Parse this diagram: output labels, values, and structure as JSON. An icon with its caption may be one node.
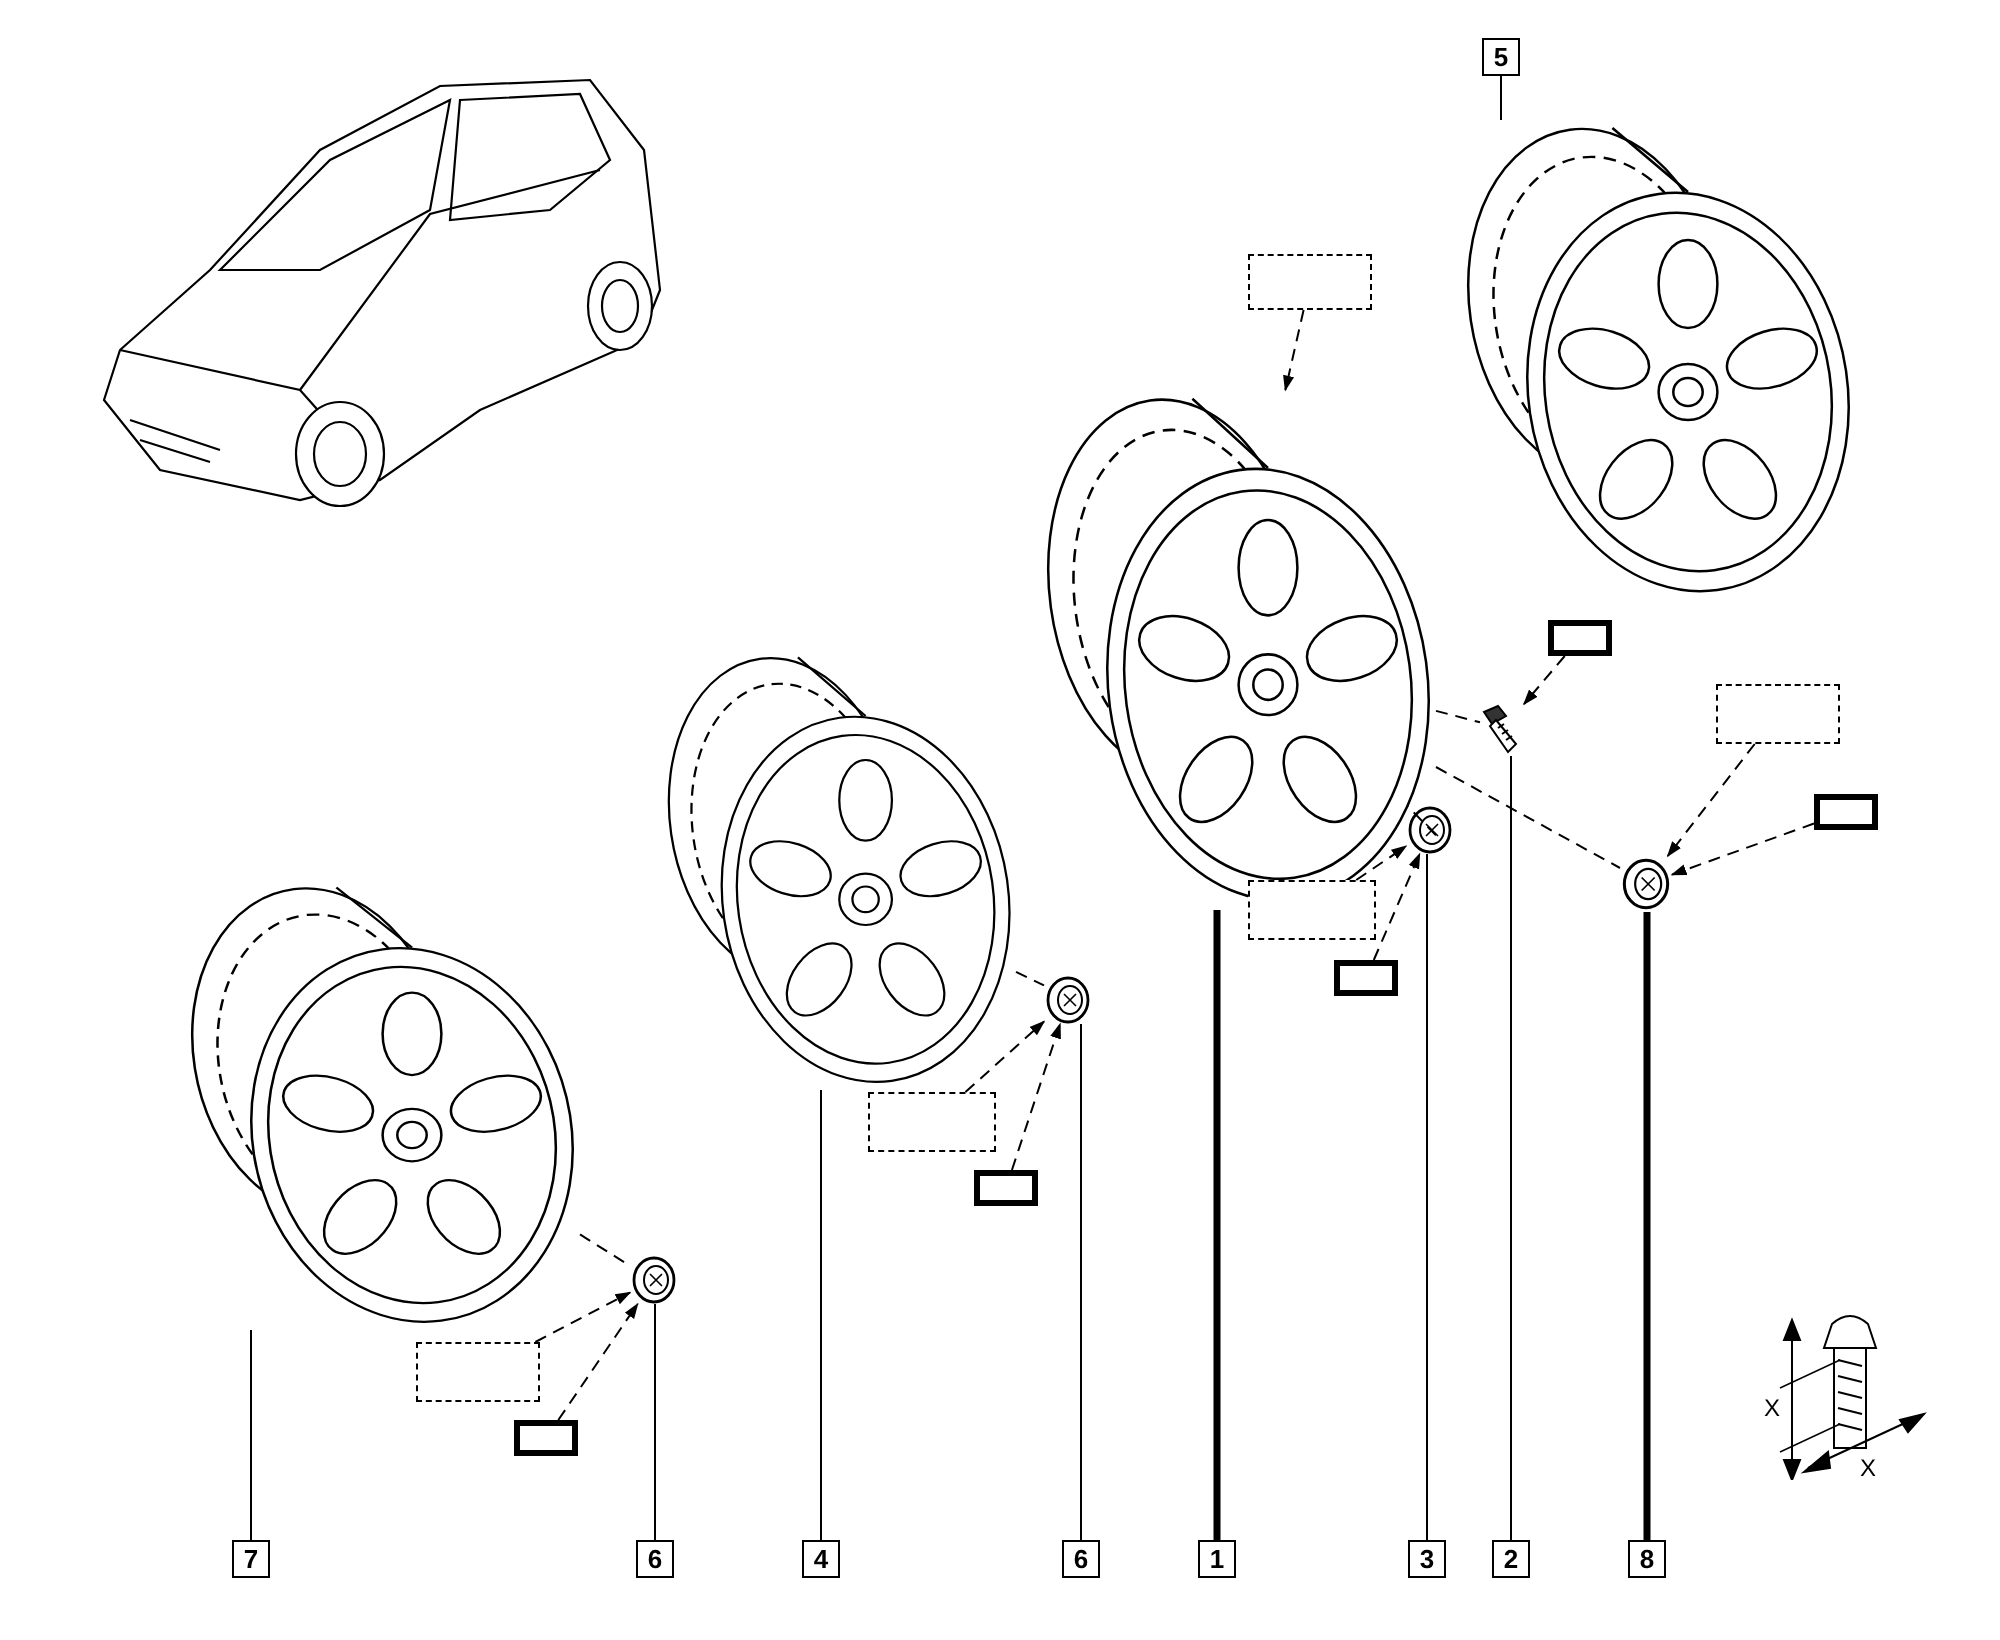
{
  "diagram": {
    "nodes": [
      {
        "text": [
          "5"
        ]
      },
      {
        "text": [],
        "shape": "picture"
      },
      {
        "text": [],
        "shape": "box"
      },
      {
        "text": [],
        "shape": "picture"
      },
      {
        "text": [],
        "shape": "box"
      },
      {
        "text": [],
        "shape": "picture"
      },
      {
        "text": [],
        "shape": "box"
      },
      {
        "text": [],
        "shape": "picture"
      },
      {
        "text": [],
        "shape": "box"
      },
      {
        "text": [],
        "shape": "picture"
      },
      {
        "text": [],
        "shape": "picture"
      },
      {
        "text": [],
        "shape": "box"
      },
      {
        "text": [],
        "shape": "box"
      },
      {
        "text": [],
        "shape": "picture"
      },
      {
        "text": [],
        "shape": "picture"
      },
      {
        "text": [],
        "shape": "box"
      },
      {
        "text": [],
        "shape": "box"
      },
      {
        "text": [],
        "shape": "picture"
      },
      {
        "text": [],
        "shape": "box"
      },
      {
        "text": [],
        "shape": "box"
      },
      {
        "text": [
          "7"
        ]
      },
      {
        "text": [
          "6"
        ]
      },
      {
        "text": [
          "4"
        ]
      },
      {
        "text": [
          "6"
        ]
      },
      {
        "text": [
          "1"
        ]
      },
      {
        "text": [
          "3"
        ]
      },
      {
        "text": [
          "2"
        ]
      },
      {
        "text": [
          "8"
        ]
      }
    ],
    "edges": [
      {
        "from": 0,
        "to": 1,
        "arrow": "none"
      },
      {
        "from": 2,
        "to": 3,
        "arrow": "to",
        "style": "dashed"
      },
      {
        "from": 4,
        "to": 5,
        "arrow": "to",
        "style": "dashed"
      },
      {
        "from": 6,
        "to": 10,
        "arrow": "to",
        "style": "dashed"
      },
      {
        "from": 8,
        "to": 10,
        "arrow": "to",
        "style": "dashed"
      },
      {
        "from": 11,
        "to": 9,
        "arrow": "to",
        "style": "dashed"
      },
      {
        "from": 12,
        "to": 9,
        "arrow": "to",
        "style": "dashed"
      },
      {
        "from": 15,
        "to": 13,
        "arrow": "to",
        "style": "dashed"
      },
      {
        "from": 16,
        "to": 13,
        "arrow": "to",
        "style": "dashed"
      },
      {
        "from": 18,
        "to": 17,
        "arrow": "to",
        "style": "dashed"
      },
      {
        "from": 19,
        "to": 17,
        "arrow": "to",
        "style": "dashed"
      },
      {
        "from": 3,
        "to": 5,
        "arrow": "none",
        "style": "dashed"
      },
      {
        "from": 3,
        "to": 10,
        "arrow": "none",
        "style": "dashed"
      },
      {
        "from": 3,
        "to": 9,
        "arrow": "none",
        "style": "dashed"
      },
      {
        "from": 7,
        "to": 13,
        "arrow": "none",
        "style": "dashed"
      },
      {
        "from": 14,
        "to": 17,
        "arrow": "none",
        "style": "dashed"
      },
      {
        "from": 20,
        "to": 14,
        "arrow": "none"
      },
      {
        "from": 21,
        "to": 17,
        "arrow": "none"
      },
      {
        "from": 22,
        "to": 7,
        "arrow": "none"
      },
      {
        "from": 23,
        "to": 13,
        "arrow": "none"
      },
      {
        "from": 24,
        "to": 3,
        "arrow": "none",
        "style": "thick"
      },
      {
        "from": 25,
        "to": 9,
        "arrow": "none"
      },
      {
        "from": 26,
        "to": 5,
        "arrow": "none"
      },
      {
        "from": 27,
        "to": 10,
        "arrow": "none",
        "style": "thick"
      }
    ],
    "labels": [
      "X",
      "X"
    ]
  }
}
